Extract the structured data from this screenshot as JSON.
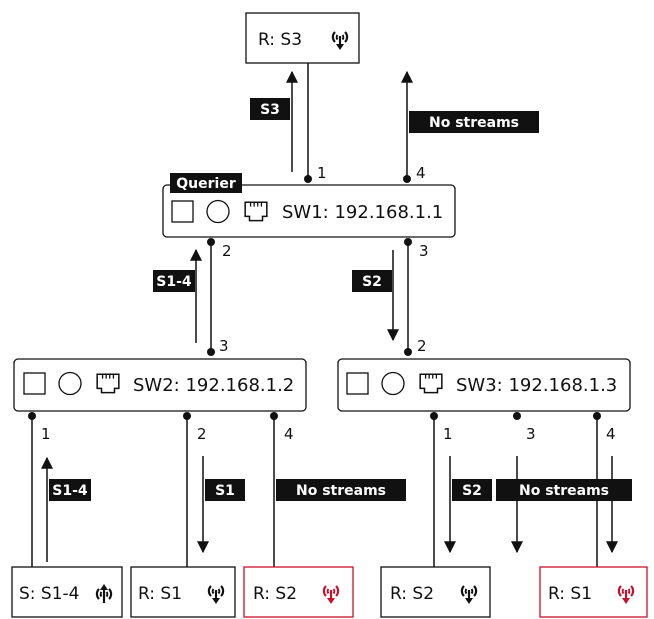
{
  "colors": {
    "ink": "#111111",
    "accent_red": "#c8102e",
    "background": "#ffffff"
  },
  "top_receiver": {
    "label": "R: S3",
    "icon": "antenna-receive-icon"
  },
  "querier_badge": "Querier",
  "switches": {
    "sw1": {
      "label": "SW1: 192.168.1.1",
      "icons": [
        "square-icon",
        "circle-icon",
        "ethernet-port-icon"
      ]
    },
    "sw2": {
      "label": "SW2: 192.168.1.2",
      "icons": [
        "square-icon",
        "circle-icon",
        "ethernet-port-icon"
      ]
    },
    "sw3": {
      "label": "SW3: 192.168.1.3",
      "icons": [
        "square-icon",
        "circle-icon",
        "ethernet-port-icon"
      ]
    }
  },
  "ports": {
    "sw1_p1": "1",
    "sw1_p4": "4",
    "sw1_p2": "2",
    "sw1_p3": "3",
    "sw2_p3": "3",
    "sw2_p1": "1",
    "sw2_p2": "2",
    "sw2_p4": "4",
    "sw3_p2": "2",
    "sw3_p1": "1",
    "sw3_p3": "3",
    "sw3_p4": "4"
  },
  "stream_labels": {
    "s3_up": "S3",
    "sw1_p4_none": "No streams",
    "s1_4_up": "S1-4",
    "s2_down": "S2",
    "sw2_p1_s1_4": "S1-4",
    "sw2_p2_s1": "S1",
    "sw2_p4_none": "No streams",
    "sw3_p1_s2": "S2",
    "sw3_p3_none": "No streams"
  },
  "endpoints": [
    {
      "label": "S: S1-4",
      "icon": "antenna-send-icon",
      "highlight": false
    },
    {
      "label": "R: S1",
      "icon": "antenna-receive-icon",
      "highlight": false
    },
    {
      "label": "R: S2",
      "icon": "antenna-receive-icon",
      "highlight": true
    },
    {
      "label": "R: S2",
      "icon": "antenna-receive-icon",
      "highlight": false
    },
    {
      "label": "R: S1",
      "icon": "antenna-receive-icon",
      "highlight": true
    }
  ]
}
